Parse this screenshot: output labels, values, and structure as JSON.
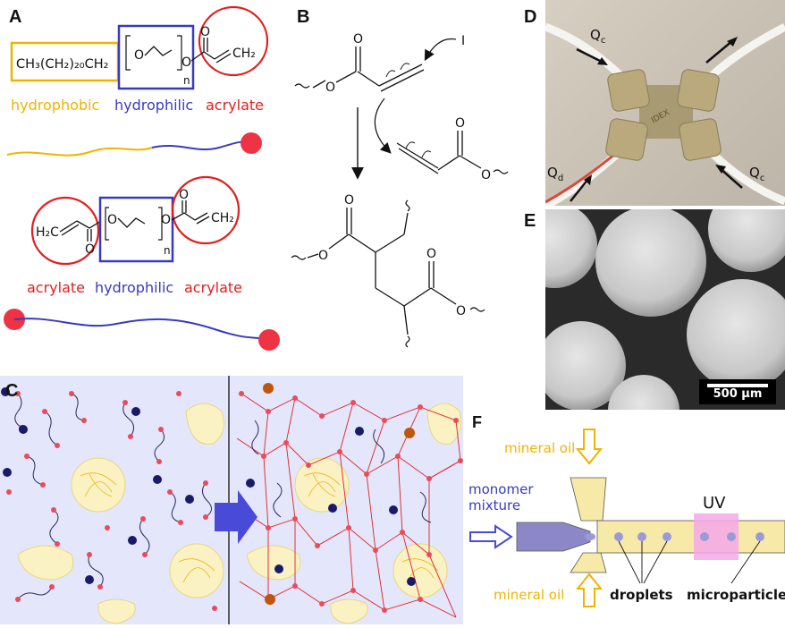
{
  "panels": {
    "a": "A",
    "b": "B",
    "c": "C",
    "d": "D",
    "e": "E",
    "f": "F"
  },
  "panel_a": {
    "formula_1": "CH₃(CH₂)₂₀CH₂",
    "formula_1_tail": "CH₂",
    "subscript_n": "n",
    "label_hydrophobic": "hydrophobic",
    "label_hydrophilic": "hydrophilic",
    "label_acrylate": "acrylate",
    "label_acrylate_left": "acrylate",
    "label_hydrophilic_2": "hydrophilic",
    "label_acrylate_right": "acrylate",
    "atom_o": "O",
    "formula_h2c": "H₂C",
    "formula_ch2_2": "CH₂"
  },
  "panel_b": {
    "initiator": "I",
    "atom_o": "O"
  },
  "panel_d": {
    "qc_top": "Q",
    "qc_top_sub": "c",
    "qd": "Q",
    "qd_sub": "d",
    "qc_bottom": "Q",
    "qc_bottom_sub": "c",
    "fitting_text": "IDEX"
  },
  "panel_e": {
    "scale_label": "500 μm"
  },
  "panel_f": {
    "mineral_oil_top": "mineral oil",
    "monomer_line1": "monomer",
    "monomer_line2": "mixture",
    "uv": "UV",
    "mineral_oil_bottom": "mineral oil",
    "droplets": "droplets",
    "microparticle": "microparticle"
  },
  "colors": {
    "hydrophobic": "#f0b400",
    "hydrophilic": "#3a3abf",
    "acrylate": "#e02020",
    "panel_c_bg": "#e4e6fb",
    "channel_fill": "#f7e9a8",
    "uv_fill": "#f5a8e8"
  }
}
